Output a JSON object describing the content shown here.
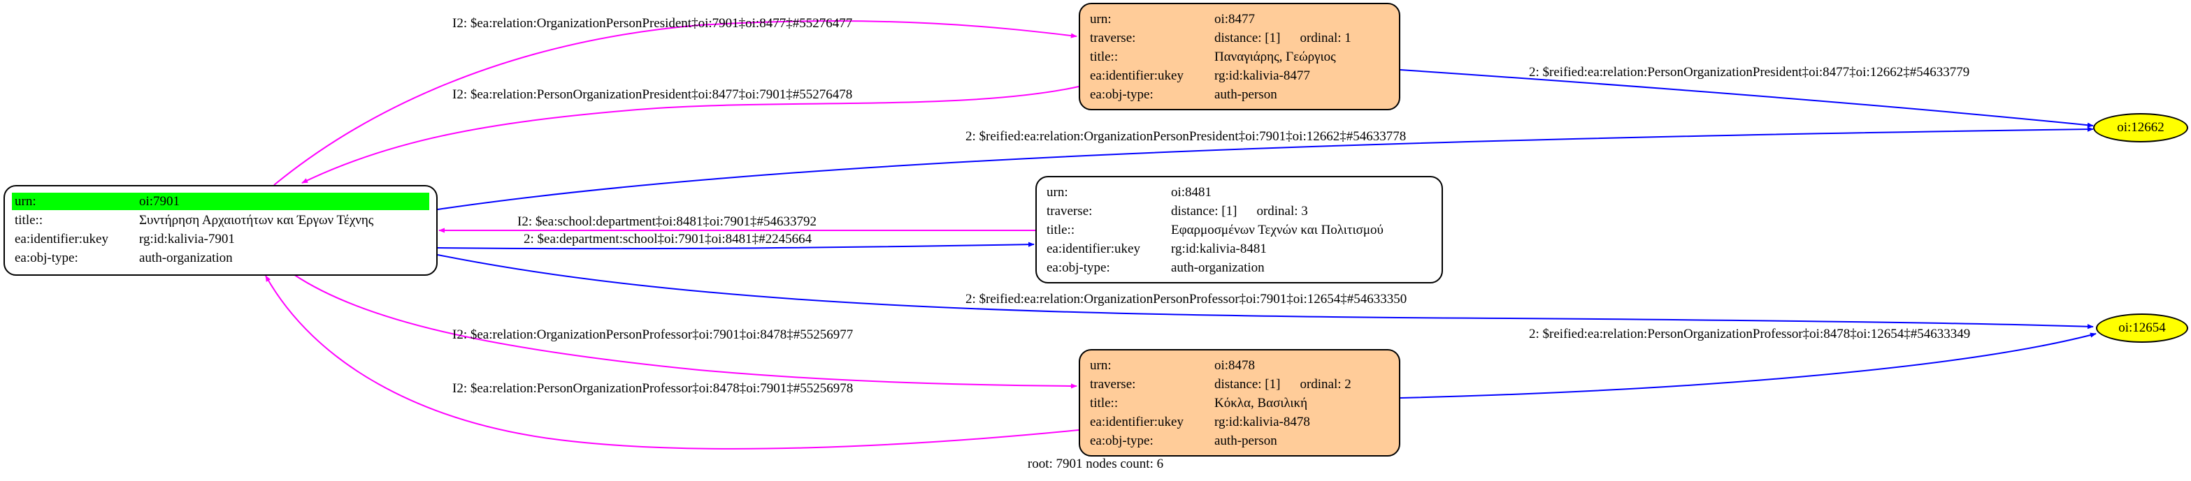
{
  "nodes": {
    "root": {
      "rows": [
        {
          "k": "urn:",
          "v": "oi:7901"
        },
        {
          "k": "title::",
          "v": "Συντήρηση Αρχαιοτήτων και Έργων Τέχνης"
        },
        {
          "k": "ea:identifier:ukey",
          "v": "rg:id:kalivia-7901"
        },
        {
          "k": "ea:obj-type:",
          "v": "auth-organization"
        }
      ]
    },
    "n8477": {
      "rows": [
        {
          "k": "urn:",
          "v": "oi:8477"
        },
        {
          "k": "traverse:",
          "v": "distance: [1]",
          "v2": "ordinal: 1"
        },
        {
          "k": "title::",
          "v": "Παναγιάρης, Γεώργιος"
        },
        {
          "k": "ea:identifier:ukey",
          "v": "rg:id:kalivia-8477"
        },
        {
          "k": "ea:obj-type:",
          "v": "auth-person"
        }
      ]
    },
    "n8481": {
      "rows": [
        {
          "k": "urn:",
          "v": "oi:8481"
        },
        {
          "k": "traverse:",
          "v": "distance: [1]",
          "v2": "ordinal: 3"
        },
        {
          "k": "title::",
          "v": "Εφαρμοσμένων Τεχνών και Πολιτισμού"
        },
        {
          "k": "ea:identifier:ukey",
          "v": "rg:id:kalivia-8481"
        },
        {
          "k": "ea:obj-type:",
          "v": "auth-organization"
        }
      ]
    },
    "n8478": {
      "rows": [
        {
          "k": "urn:",
          "v": "oi:8478"
        },
        {
          "k": "traverse:",
          "v": "distance: [1]",
          "v2": "ordinal: 2"
        },
        {
          "k": "title::",
          "v": "Κόκλα, Βασιλική"
        },
        {
          "k": "ea:identifier:ukey",
          "v": "rg:id:kalivia-8478"
        },
        {
          "k": "ea:obj-type:",
          "v": "auth-person"
        }
      ]
    },
    "e12662": {
      "label": "oi:12662"
    },
    "e12654": {
      "label": "oi:12654"
    }
  },
  "edges": [
    {
      "id": "e1",
      "label": "I2: $ea:relation:OrganizationPersonPresident‡oi:7901‡oi:8477‡#55276477",
      "color": "#ff00ff"
    },
    {
      "id": "e2",
      "label": "I2: $ea:relation:PersonOrganizationPresident‡oi:8477‡oi:7901‡#55276478",
      "color": "#ff00ff"
    },
    {
      "id": "e3",
      "label": "2: $reified:ea:relation:PersonOrganizationPresident‡oi:8477‡oi:12662‡#54633779",
      "color": "#0000ff"
    },
    {
      "id": "e4",
      "label": "2: $reified:ea:relation:OrganizationPersonPresident‡oi:7901‡oi:12662‡#54633778",
      "color": "#0000ff"
    },
    {
      "id": "e5",
      "label": "I2: $ea:school:department‡oi:8481‡oi:7901‡#54633792",
      "color": "#ff00ff"
    },
    {
      "id": "e6",
      "label": "2: $ea:department:school‡oi:7901‡oi:8481‡#2245664",
      "color": "#0000ff"
    },
    {
      "id": "e7",
      "label": "2: $reified:ea:relation:OrganizationPersonProfessor‡oi:7901‡oi:12654‡#54633350",
      "color": "#0000ff"
    },
    {
      "id": "e8",
      "label": "2: $reified:ea:relation:PersonOrganizationProfessor‡oi:8478‡oi:12654‡#54633349",
      "color": "#0000ff"
    },
    {
      "id": "e9",
      "label": "I2: $ea:relation:OrganizationPersonProfessor‡oi:7901‡oi:8478‡#55256977",
      "color": "#ff00ff"
    },
    {
      "id": "e10",
      "label": "I2: $ea:relation:PersonOrganizationProfessor‡oi:8478‡oi:7901‡#55256978",
      "color": "#ff00ff"
    }
  ],
  "footer": "root: 7901 nodes count: 6"
}
